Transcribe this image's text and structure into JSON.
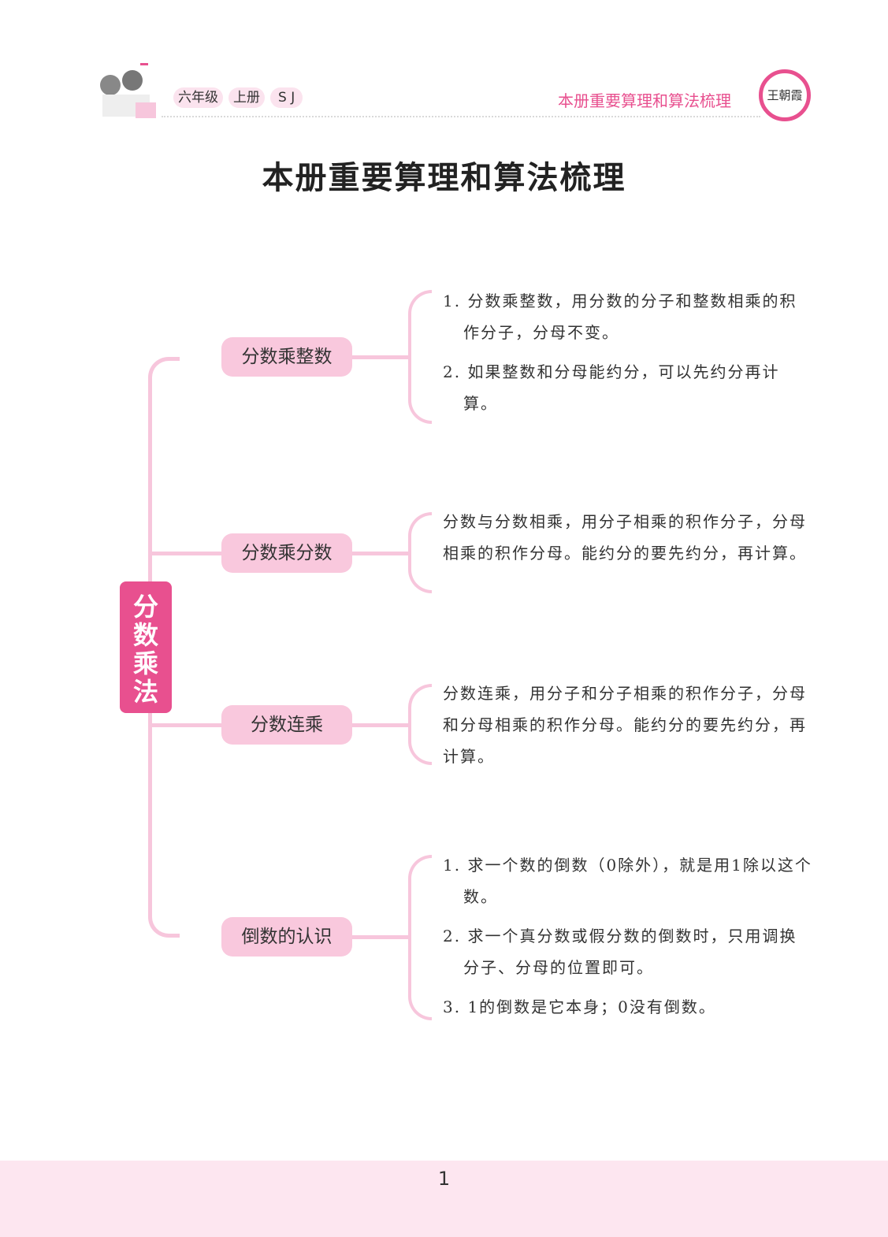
{
  "header": {
    "grade": "六年级",
    "volume": "上册",
    "edition": "S J",
    "section_title": "本册重要算理和算法梳理",
    "logo_text": "王朝霞"
  },
  "title": "本册重要算理和算法梳理",
  "center_node": "分数乘法",
  "branches": [
    {
      "label": "分数乘整数",
      "items": [
        "1. 分数乘整数，用分数的分子和整数相乘的积作分子，分母不变。",
        "2. 如果整数和分母能约分，可以先约分再计算。"
      ]
    },
    {
      "label": "分数乘分数",
      "items": [
        "分数与分数相乘，用分子相乘的积作分子，分母相乘的积作分母。能约分的要先约分，再计算。"
      ]
    },
    {
      "label": "分数连乘",
      "items": [
        "分数连乘，用分子和分子相乘的积作分子，分母和分母相乘的积作分母。能约分的要先约分，再计算。"
      ]
    },
    {
      "label": "倒数的认识",
      "items": [
        "1. 求一个数的倒数（0除外），就是用1除以这个数。",
        "2. 求一个真分数或假分数的倒数时，只用调换分子、分母的位置即可。",
        "3. 1的倒数是它本身；0没有倒数。"
      ]
    }
  ],
  "page_number": "1"
}
